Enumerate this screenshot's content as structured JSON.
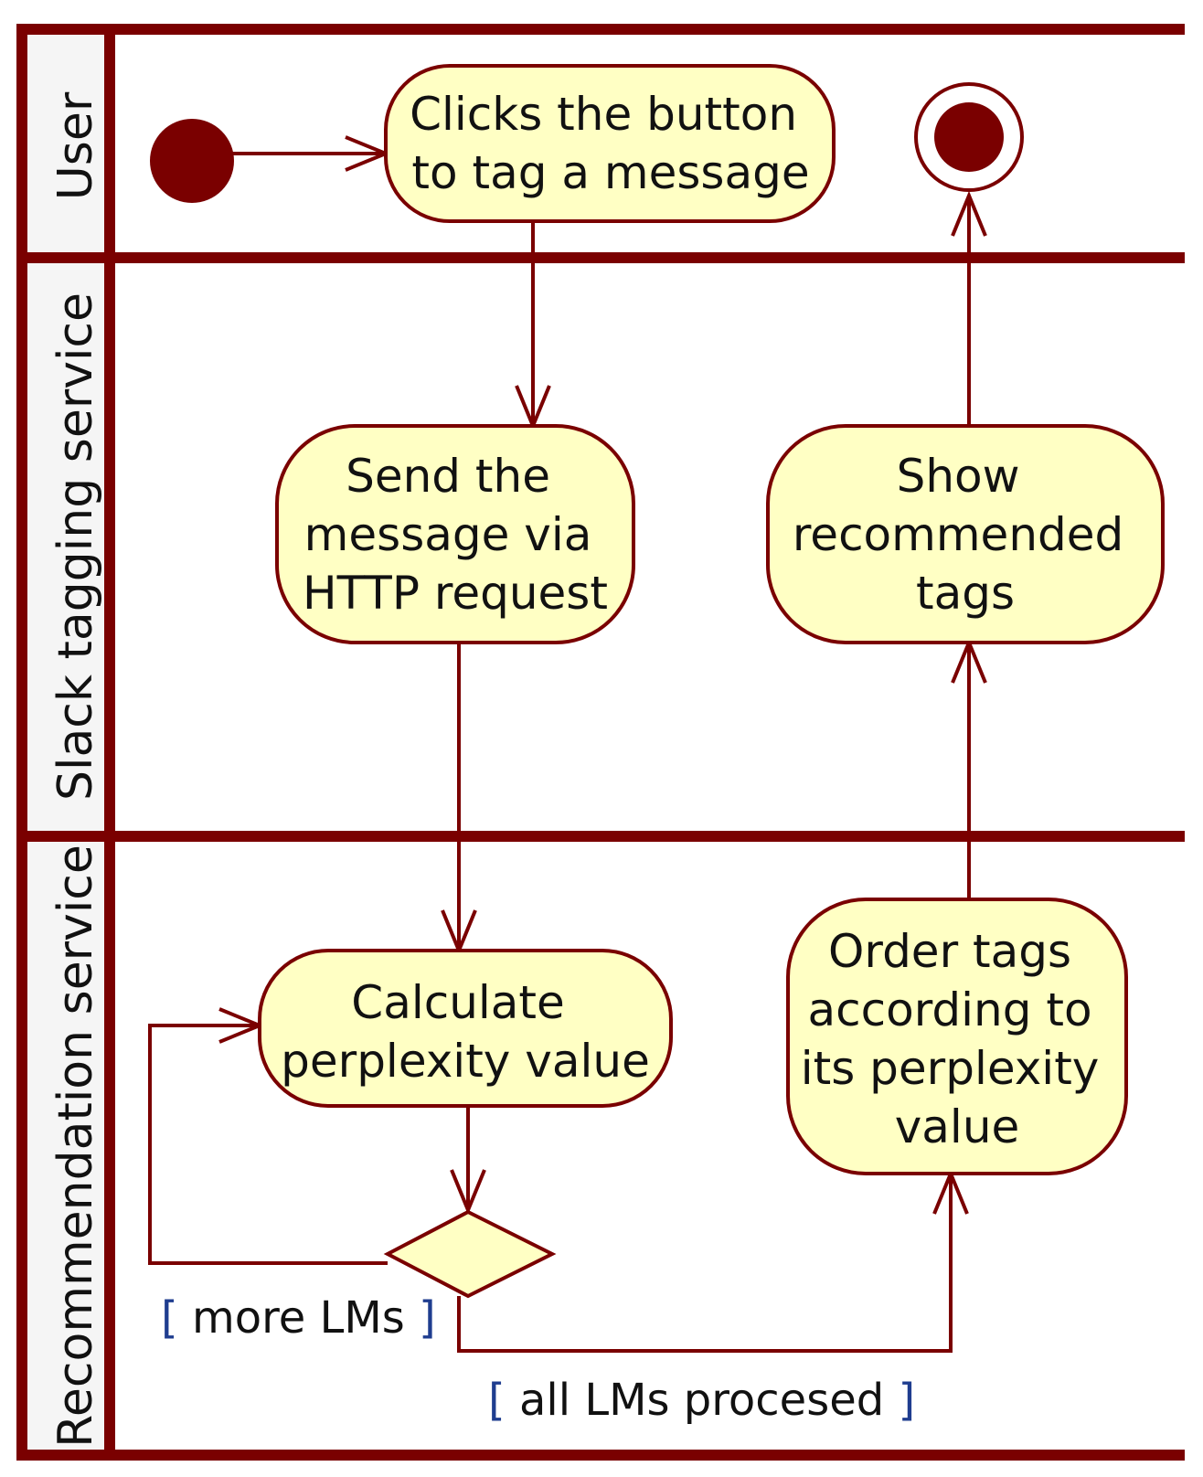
{
  "lanes": {
    "user": "User",
    "slack": "Slack tagging service",
    "recommendation": "Recommendation service"
  },
  "nodes": {
    "click": [
      "Clicks the button",
      "to tag a message"
    ],
    "send": [
      "Send the",
      "message via",
      "HTTP request"
    ],
    "show": [
      "Show",
      "recommended",
      "tags"
    ],
    "calculate": [
      "Calculate",
      "perplexity value"
    ],
    "order": [
      "Order tags",
      "according to",
      "its perplexity",
      "value"
    ]
  },
  "guards": {
    "more": "more LMs",
    "all": "all LMs procesed"
  },
  "colors": {
    "line": "#7a0000",
    "action_fill": "#ffffc4",
    "lane_header": "#f5f5f5",
    "guard_bracket": "#1f3d8f"
  }
}
